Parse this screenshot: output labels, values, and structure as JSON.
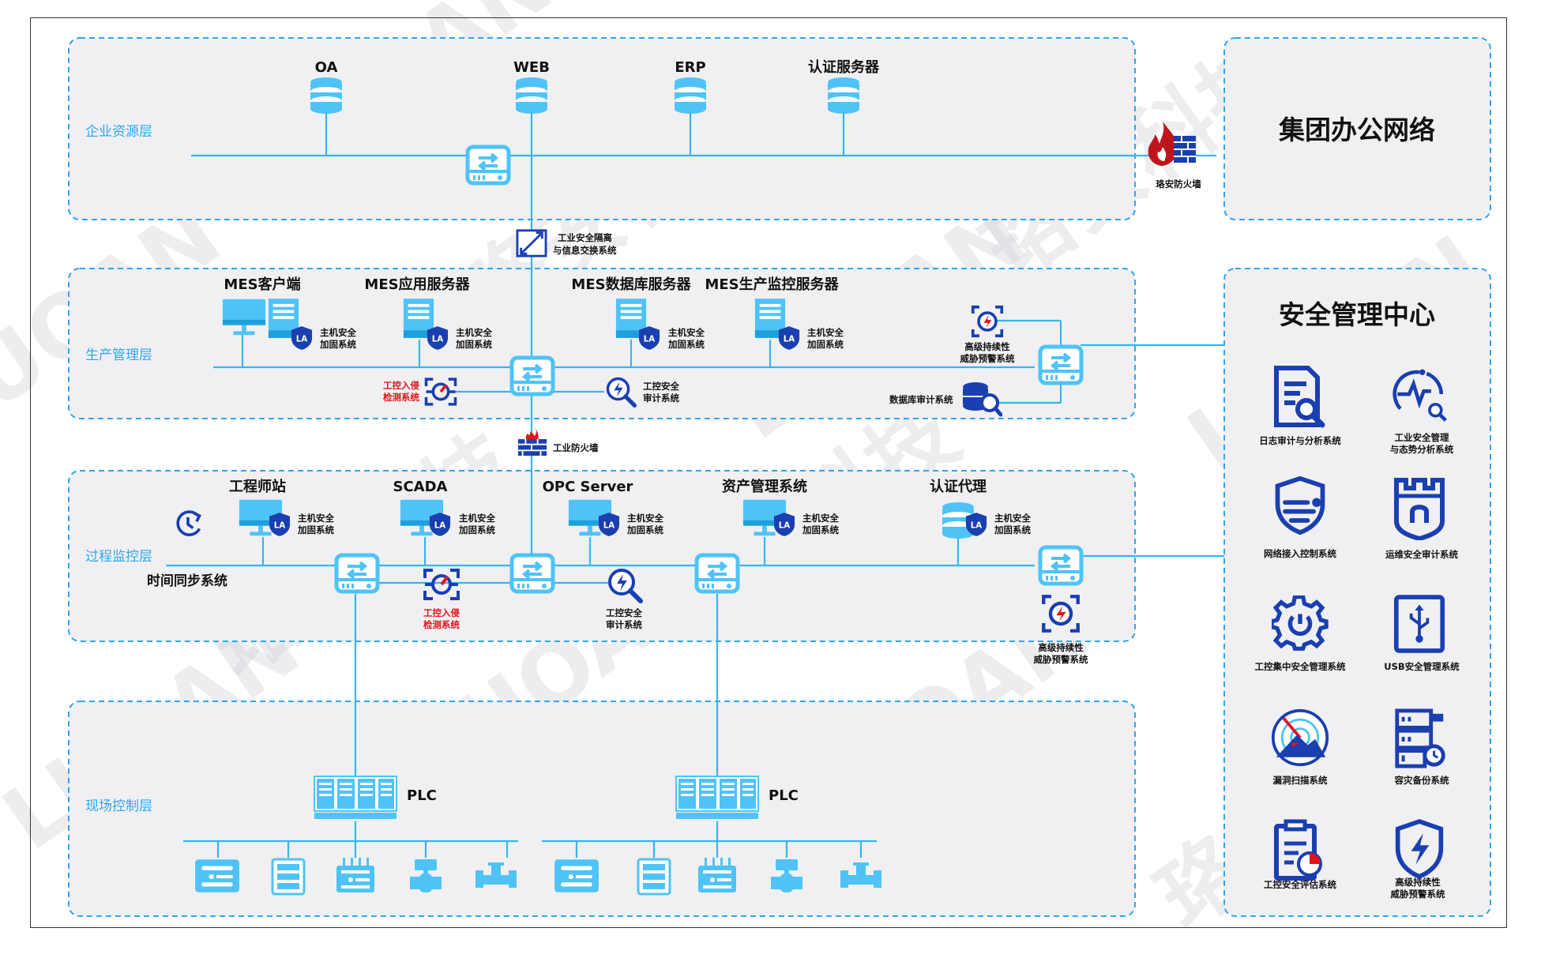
{
  "layers": {
    "enterprise": "企业资源层",
    "production": "生产管理层",
    "process": "过程监控层",
    "field": "现场控制层"
  },
  "enterprise_nodes": {
    "oa": "OA",
    "web": "WEB",
    "erp": "ERP",
    "auth_server": "认证服务器"
  },
  "luoan_firewall": "珞安防火墙",
  "isolation": {
    "line1": "工业安全隔离",
    "line2": "与信息交换系统"
  },
  "group_office": "集团办公网络",
  "production_nodes": {
    "mes_client": "MES客户端",
    "mes_app": "MES应用服务器",
    "mes_db": "MES数据库服务器",
    "mes_monitor": "MES生产监控服务器"
  },
  "host_hardening": {
    "line1": "主机安全",
    "line2": "加固系统"
  },
  "ids": {
    "line1": "工控入侵",
    "line2": "检测系统"
  },
  "ics_audit": {
    "line1": "工控安全",
    "line2": "审计系统"
  },
  "apt": {
    "line1": "高级持续性",
    "line2": "威胁预警系统"
  },
  "db_audit": "数据库审计系统",
  "industrial_firewall": "工业防火墙",
  "process_nodes": {
    "engineer": "工程师站",
    "scada": "SCADA",
    "opc": "OPC Server",
    "asset": "资产管理系统",
    "auth_proxy": "认证代理"
  },
  "time_sync": "时间同步系统",
  "plc": "PLC",
  "security_center": {
    "title": "安全管理中心",
    "items": [
      {
        "line1": "日志审计与分析系统",
        "line2": ""
      },
      {
        "line1": "工业安全管理",
        "line2": "与态势分析系统"
      },
      {
        "line1": "网络接入控制系统",
        "line2": ""
      },
      {
        "line1": "运维安全审计系统",
        "line2": ""
      },
      {
        "line1": "工控集中安全管理系统",
        "line2": ""
      },
      {
        "line1": "USB安全管理系统",
        "line2": ""
      },
      {
        "line1": "漏洞扫描系统",
        "line2": ""
      },
      {
        "line1": "容灾备份系统",
        "line2": ""
      },
      {
        "line1": "工控安全评估系统",
        "line2": ""
      },
      {
        "line1": "高级持续性",
        "line2": "威胁预警系统"
      }
    ]
  },
  "watermark": {
    "brand": "LUOAN",
    "cn": "珞安科技"
  },
  "colors": {
    "accent": "#2fa6ee",
    "device": "#4fc3f7",
    "navy": "#1a3fb0",
    "red": "#e0141b"
  }
}
